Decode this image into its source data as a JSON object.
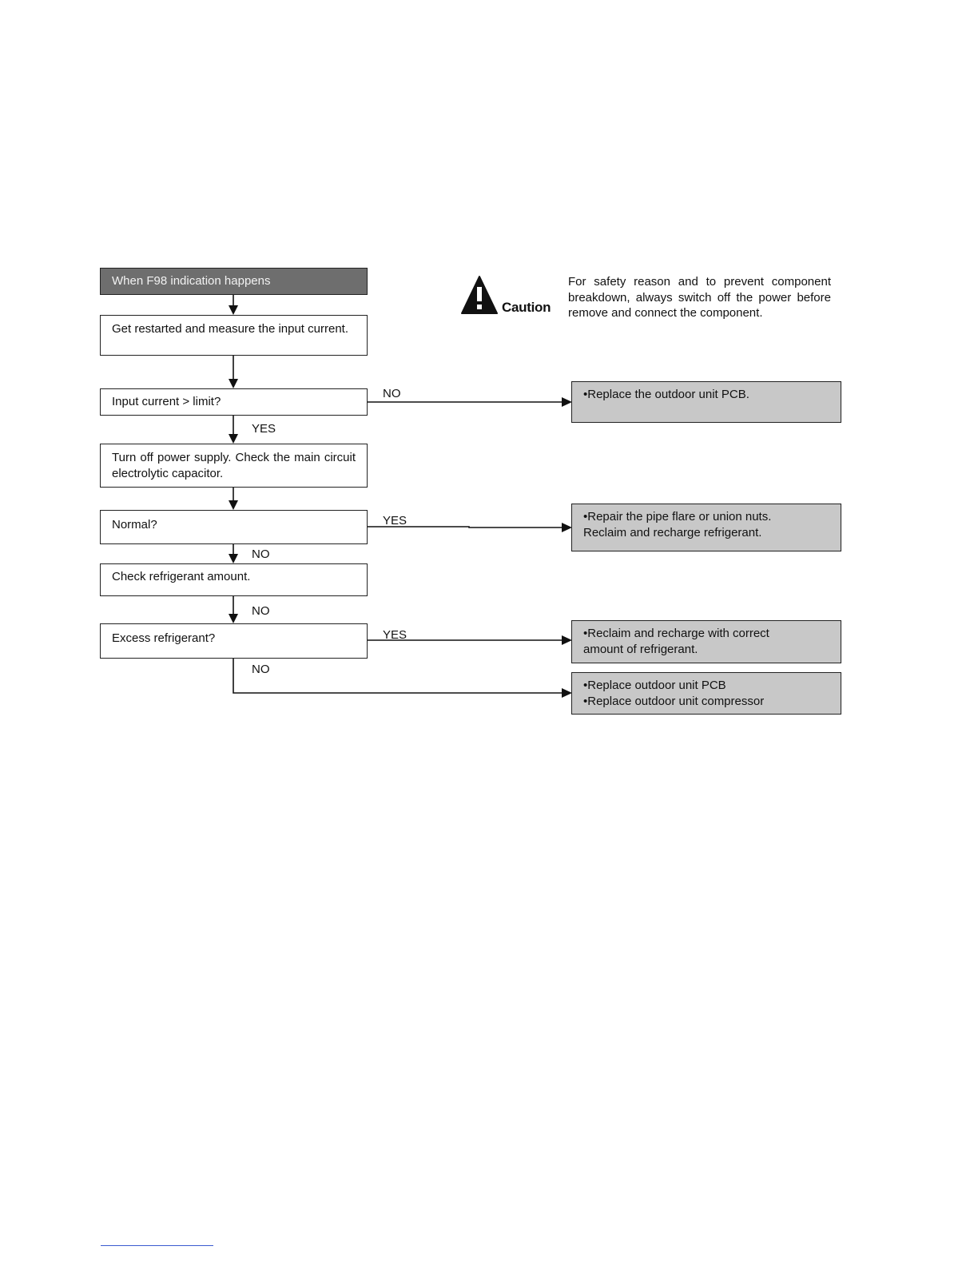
{
  "flowchart": {
    "start": "When F98 indication happens",
    "steps": {
      "measure": "Get restarted and measure the input current.",
      "q_current": "Input current > limit?",
      "check_capacitor": "Turn off power supply. Check the main circuit electrolytic capacitor.",
      "q_normal": "Normal?",
      "check_refrigerant": "Check refrigerant amount.",
      "q_excess": "Excess refrigerant?"
    },
    "actions": {
      "replace_pcb": [
        "•Replace the outdoor unit PCB."
      ],
      "repair_pipe": [
        "•Repair the pipe flare or union nuts.",
        "Reclaim and recharge refrigerant."
      ],
      "recharge": [
        "•Reclaim and recharge with correct",
        "amount of refrigerant."
      ],
      "replace_both": [
        "•Replace outdoor unit PCB",
        "•Replace outdoor unit compressor"
      ]
    },
    "edge_labels": {
      "current_no": "NO",
      "current_yes": "YES",
      "normal_yes": "YES",
      "normal_no": "NO",
      "refrigerant_no": "NO",
      "excess_yes": "YES",
      "excess_no": "NO"
    }
  },
  "caution": {
    "label": "Caution",
    "icon": "warning-triangle-icon",
    "text": "For safety reason and to prevent component breakdown, always switch off the power before remove and connect the component."
  }
}
